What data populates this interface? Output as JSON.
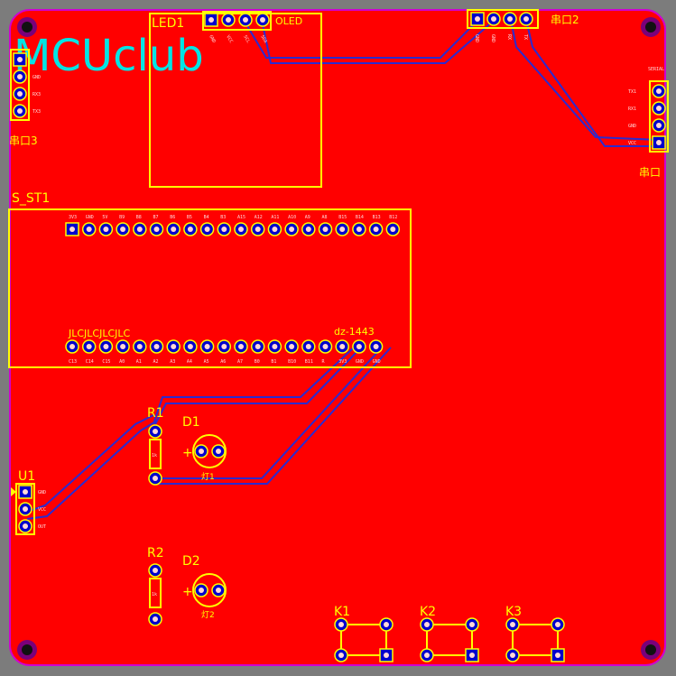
{
  "board": {
    "background_color": "#7c7c7c",
    "copper_color": "#ff0000",
    "silk_color": "#ffff00",
    "trace_color": "#2b2bd0",
    "logo_color": "#00e5e5"
  },
  "logo": {
    "text": "MCUclub"
  },
  "lcd": {
    "designator": "LED1",
    "label": "OLED",
    "pins": [
      "GND",
      "VCC",
      "SCL",
      "SDA"
    ]
  },
  "serial2": {
    "designator": "串口2",
    "pins": [
      "GND",
      "GND",
      "RX",
      "TX"
    ]
  },
  "serial3": {
    "designator": "串口3",
    "pins": [
      "GND",
      "RX3",
      "TX3"
    ]
  },
  "serial_right": {
    "designator": "串口",
    "header": "SERIAL",
    "pins": [
      "TX1",
      "RX1",
      "GND",
      "VCC"
    ]
  },
  "mcu": {
    "designator": "S_ST1",
    "silk_left": "JLCJLCJLCJLC",
    "silk_right": "dz-1443",
    "top_pins": [
      "3V3",
      "GND",
      "5V",
      "B9",
      "B8",
      "B7",
      "B6",
      "B5",
      "B4",
      "B3",
      "A15",
      "A12",
      "A11",
      "A10",
      "A9",
      "A8",
      "B15",
      "B14",
      "B13",
      "B12"
    ],
    "bottom_pins": [
      "C13",
      "C14",
      "C15",
      "A0",
      "A1",
      "A2",
      "A3",
      "A4",
      "A5",
      "A6",
      "A7",
      "B0",
      "B1",
      "B10",
      "B11",
      "R",
      "3V3",
      "GND",
      "GND"
    ]
  },
  "r1": {
    "designator": "R1",
    "value": "1k"
  },
  "r2": {
    "designator": "R2",
    "value": "1k"
  },
  "d1": {
    "designator": "D1",
    "polarity": "+",
    "label": "灯1"
  },
  "d2": {
    "designator": "D2",
    "polarity": "+",
    "label": "灯2"
  },
  "u1": {
    "designator": "U1",
    "pins": [
      "GND",
      "VCC",
      "OUT"
    ]
  },
  "keys": [
    {
      "designator": "K1"
    },
    {
      "designator": "K2"
    },
    {
      "designator": "K3"
    }
  ]
}
